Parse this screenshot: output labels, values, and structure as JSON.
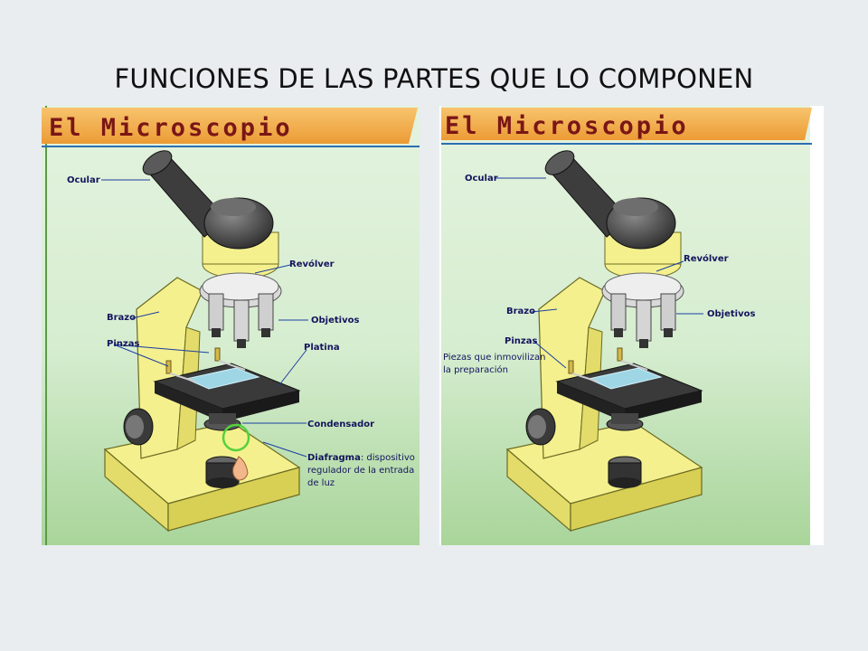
{
  "slide": {
    "title": "FUNCIONES DE LAS PARTES QUE LO COMPONEN"
  },
  "left_panel": {
    "banner": "El Microscopio",
    "labels": {
      "ocular": "Ocular",
      "revolver": "Revólver",
      "brazo": "Brazo",
      "objetivos": "Objetivos",
      "pinzas": "Pinzas",
      "platina": "Platina",
      "condensador": "Condensador",
      "diafragma": "Diafragma",
      "diafragma_desc_1": ": dispositivo",
      "diafragma_desc_2": "regulador de la entrada",
      "diafragma_desc_3": "de luz"
    }
  },
  "right_panel": {
    "banner": "El Microscopio",
    "labels": {
      "ocular": "Ocular",
      "revolver": "Revólver",
      "brazo": "Brazo",
      "objetivos": "Objetivos",
      "pinzas": "Pinzas",
      "pinzas_desc_1": "Piezas que inmovilizan",
      "pinzas_desc_2": "la preparación"
    }
  },
  "colors": {
    "background": "#e9edef",
    "banner_orange": "#f2a94a",
    "panel_green": "#cfe9c8",
    "microscope_yellow": "#f4f08e",
    "label_navy": "#14145e"
  }
}
